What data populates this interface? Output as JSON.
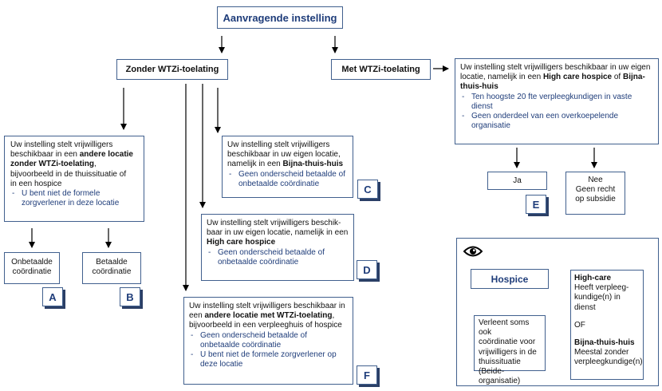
{
  "title": "Aanvragende instelling",
  "zonder": "Zonder WTZi-toelating",
  "met": "Met WTZi-toelating",
  "box_left": {
    "l1": "Uw instelling stelt vrijwilligers",
    "l2a": "beschikbaar in een ",
    "l2b": "andere locatie",
    "l3": "zonder WTZi-toelating",
    "l3p": ",",
    "l4": "bijvoorbeeld in de thuissituatie of",
    "l5": "in een hospice",
    "i1a": "U bent niet de formele",
    "i1b": "zorgverlener in deze locatie"
  },
  "box_c": {
    "l1": "Uw instelling stelt vrijwilligers",
    "l2": "beschikbaar in uw eigen locatie,",
    "l3a": "namelijk in een ",
    "l3b": "Bijna-thuis-huis",
    "i1a": "Geen onderscheid betaalde of",
    "i1b": "onbetaalde coördinatie"
  },
  "box_d": {
    "l1": "Uw instelling stelt vrijwilligers beschik-",
    "l2": "baar in uw eigen locatie, namelijk in een",
    "l3": "High care hospice",
    "i1a": "Geen onderscheid betaalde of",
    "i1b": "onbetaalde coördinatie"
  },
  "box_f": {
    "l1": "Uw instelling stelt vrijwilligers beschikbaar in",
    "l2a": "een ",
    "l2b": "andere locatie met WTZi-toelating",
    "l2c": ",",
    "l3": "bijvoorbeeld in een verpleeghuis of hospice",
    "i1a": "Geen onderscheid betaalde of",
    "i1b": "onbetaalde coördinatie",
    "i2a": "U bent niet de formele zorgverlener op",
    "i2b": "deze locatie"
  },
  "box_met": {
    "l1": "Uw instelling stelt vrijwilligers beschikbaar in uw eigen",
    "l2a": "locatie, namelijk in een ",
    "l2b": "High care hospice",
    "l2c": " of ",
    "l2d": "Bijna-",
    "l3": "thuis-huis",
    "i1a": "Ten hoogste 20 fte verpleegkundigen in vaste",
    "i1b": "dienst",
    "i2a": "Geen onderdeel van een overkoepelende",
    "i2b": "organisatie"
  },
  "onbetaald": [
    "Onbetaalde",
    "coördinatie"
  ],
  "betaald": [
    "Betaalde",
    "coördinatie"
  ],
  "ja": "Ja",
  "nee": [
    "Nee",
    "Geen recht",
    "op subsidie"
  ],
  "labels": {
    "a": "A",
    "b": "B",
    "c": "C",
    "d": "D",
    "e": "E",
    "f": "F"
  },
  "legend": {
    "hospice": "Hospice",
    "left": [
      "Verleent soms ook",
      "coördinatie voor",
      "vrijwilligers in de",
      "thuissituatie",
      "(Beide-organisatie)"
    ],
    "hc_title": "High-care",
    "hc_lines": [
      "Heeft verpleeg-",
      "kundige(n) in",
      "dienst"
    ],
    "of": "OF",
    "bth_title": "Bijna-thuis-huis",
    "bth_lines": [
      "Meestal zonder",
      "verpleegkundige(n)"
    ]
  },
  "colors": {
    "border": "#41608e",
    "text_blue": "#1f3d7a",
    "shadow": "#2b3f66"
  },
  "icons": {
    "legend": "eye-icon"
  }
}
